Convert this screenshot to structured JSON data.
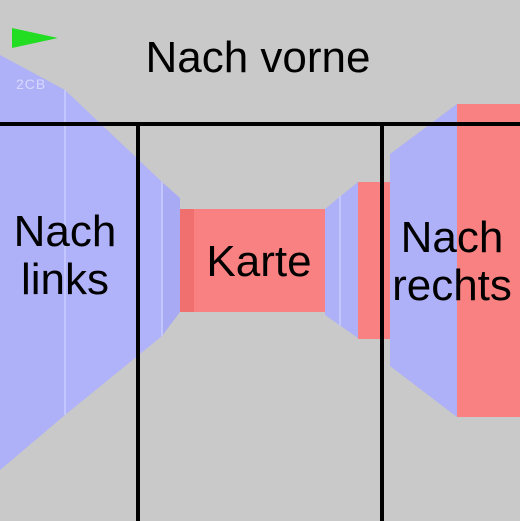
{
  "zones": {
    "forward": {
      "label": "Nach vorne"
    },
    "left": {
      "label_line1": "Nach",
      "label_line2": "links"
    },
    "map": {
      "label": "Karte"
    },
    "right": {
      "label_line1": "Nach",
      "label_line2": "rechts"
    }
  },
  "hud": {
    "faint_text": "2CB"
  },
  "colors": {
    "background": "#c9c9c9",
    "blue_wall": "#aeb0f8",
    "blue_wall_dark": "#9fa1f0",
    "red_wall": "#fa8181",
    "red_wall_dark": "#f07070",
    "divider": "#000000",
    "flag": "#22dd22"
  },
  "icons": {
    "flag": "green-flag-icon"
  }
}
